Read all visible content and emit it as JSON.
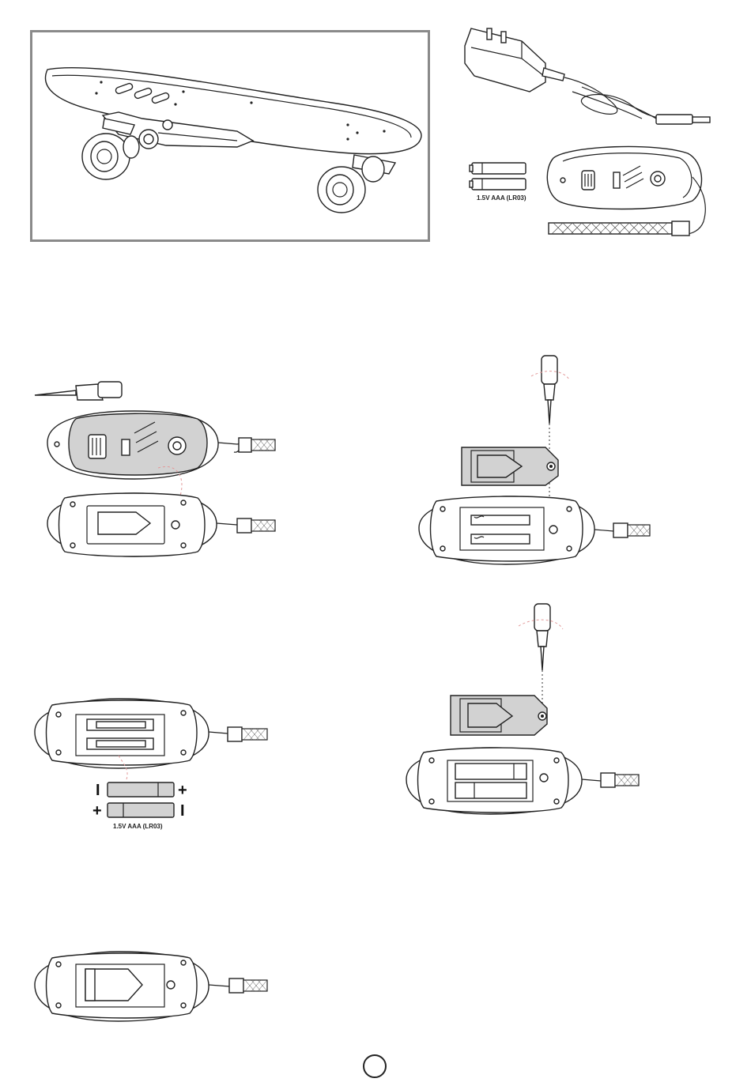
{
  "page": {
    "battery_label_top": "1.5V  AAA (LR03)",
    "battery_label_install": "1.5V  AAA (LR03)",
    "polarity": {
      "top_left": "I",
      "top_right": "+",
      "bottom_left": "+",
      "bottom_right": "I"
    },
    "page_number": ""
  }
}
